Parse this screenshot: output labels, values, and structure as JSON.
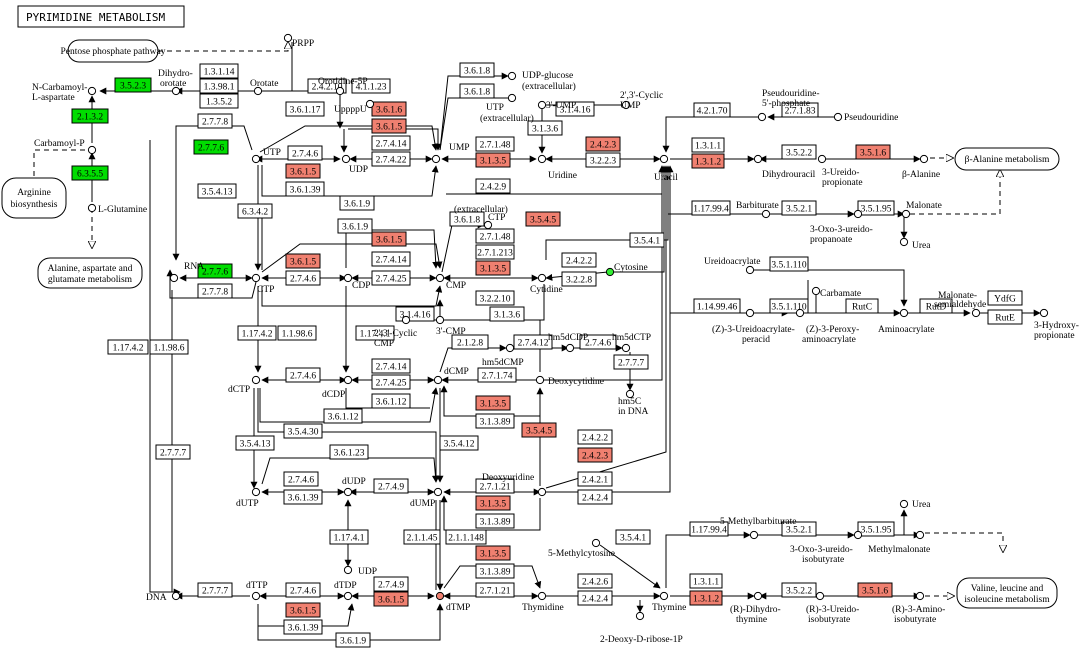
{
  "title": "PYRIMIDINE METABOLISM",
  "colors": {
    "up": "#f08070",
    "down": "#00dd00",
    "plain": "#ffffff",
    "line": "#000000"
  },
  "pathways": {
    "pentose": "Pentose phosphate pathway",
    "arginine_1": "Arginine",
    "arginine_2": "biosynthesis",
    "alanine_1": "Alanine, aspartate and",
    "alanine_2": "glutamate metabolism",
    "beta_alanine": "β-Alanine metabolism",
    "valine_1": "Valine, leucine and",
    "valine_2": "isoleucine metabolism"
  },
  "compounds": {
    "prpp": "PRPP",
    "n_carb_1": "N-Carbamoyl-",
    "n_carb_2": "L-aspartate",
    "dihydroorotate_1": "Dihydro-",
    "dihydroorotate_2": "orotate",
    "orotate": "Orotate",
    "orotidine": "Orotidine-5P",
    "carbamoyl_p": "Carbamoyl-P",
    "l_glutamine": "L-Glutamine",
    "utp": "UTP",
    "udp": "UDP",
    "ump": "UMP",
    "upppu": "UppppU",
    "udp_glucose_1": "UDP-glucose",
    "udp_glucose_2": "(extracellular)",
    "utp_ext_1": "UTP",
    "utp_ext_2": "(extracellular)",
    "ump3": "3'-UMP",
    "cyclic_ump_1": "2',3'-Cyclic",
    "cyclic_ump_2": "UMP",
    "uridine": "Uridine",
    "uracil": "Uracil",
    "pseudouridine_5p_1": "Pseudouridine-",
    "pseudouridine_5p_2": "5'-phosphate",
    "pseudouridine": "Pseudouridine",
    "dihydrouracil": "Dihydrouracil",
    "ureidopropionate_1": "3-Ureido-",
    "ureidopropionate_2": "propionate",
    "beta_alanine_c": "β-Alanine",
    "barbiturate": "Barbiturate",
    "malonate": "Malonate",
    "oxo_ureido_1": "3-Oxo-3-ureido-",
    "oxo_ureido_2": "propanoate",
    "urea": "Urea",
    "ureidoacrylate": "Ureidoacrylate",
    "carbamate": "Carbamate",
    "malonate_semi_1": "Malonate-",
    "malonate_semi_2": "semialdehyde",
    "hydroxy_prop_1": "3-Hydroxy-",
    "hydroxy_prop_2": "propionate",
    "z_ureido_1": "(Z)-3-Ureidoacrylate-",
    "z_ureido_2": "peracid",
    "z_peroxy_1": "(Z)-3-Peroxy-",
    "z_peroxy_2": "aminoacrylate",
    "aminoacrylate": "Aminoacrylate",
    "rna": "RNA",
    "ctp": "CTP",
    "cdp": "CDP",
    "cmp": "CMP",
    "ctp_ext_1": "(extracellular)",
    "ctp_ext_2": "CTP",
    "cytidine": "Cytidine",
    "cytosine": "Cytosine",
    "cyclic_cmp_1": "2',3'-Cyclic",
    "cyclic_cmp_2": "CMP",
    "cmp3": "3'-CMP",
    "dctp": "dCTP",
    "dcdp": "dCDP",
    "dcmp": "dCMP",
    "hm5dcdp": "hm5dCDP",
    "hm5dctp": "hm5dCTP",
    "hm5dcmp": "hm5dCMP",
    "deoxycytidine": "Deoxycytidine",
    "hm5c_1": "hm5C",
    "hm5c_2": "in DNA",
    "dutp": "dUTP",
    "dudp": "dUDP",
    "dump": "dUMP",
    "deoxyuridine": "Deoxyuridine",
    "udp2": "UDP",
    "dna": "DNA",
    "dttp": "dTTP",
    "dtdp": "dTDP",
    "dtmp": "dTMP",
    "thymidine": "Thymidine",
    "methylcytosine": "5-Methylcytosine",
    "deoxyribose": "2-Deoxy-D-ribose-1P",
    "thymine": "Thymine",
    "methylbarbiturate": "5-Methylbarbiturate",
    "oxo_ureido_iso_1": "3-Oxo-3-ureido-",
    "oxo_ureido_iso_2": "isobutyrate",
    "methylmalonate": "Methylmalonate",
    "urea2": "Urea",
    "dihydrothymine_1": "(R)-Dihydro-",
    "dihydrothymine_2": "thymine",
    "ureidoiso_1": "(R)-3-Ureido-",
    "ureidoiso_2": "isobutyrate",
    "aminoiso_1": "(R)-3-Amino-",
    "aminoiso_2": "isobutyrate"
  },
  "enzymes": [
    {
      "id": "e_3523",
      "label": "3.5.2.3",
      "state": "down"
    },
    {
      "id": "e_2132",
      "label": "2.1.3.2",
      "state": "down"
    },
    {
      "id": "e_6355",
      "label": "6.3.5.5",
      "state": "down"
    },
    {
      "id": "e_13114",
      "label": "1.3.1.14",
      "state": "plain"
    },
    {
      "id": "e_139811",
      "label": "1.3.98.1",
      "state": "plain"
    },
    {
      "id": "e_1352",
      "label": "1.3.5.2",
      "state": "plain"
    },
    {
      "id": "e_24210",
      "label": "2.4.2.10",
      "state": "plain"
    },
    {
      "id": "e_41123",
      "label": "4.1.1.23",
      "state": "plain"
    },
    {
      "id": "e_2778",
      "label": "2.7.7.8",
      "state": "plain"
    },
    {
      "id": "e_36117",
      "label": "3.6.1.17",
      "state": "plain"
    },
    {
      "id": "e_3616",
      "label": "3.6.1.6",
      "state": "up"
    },
    {
      "id": "e_3615a",
      "label": "3.6.1.5",
      "state": "up"
    },
    {
      "id": "e_3618a",
      "label": "3.6.1.8",
      "state": "plain"
    },
    {
      "id": "e_3618b",
      "label": "3.6.1.8",
      "state": "plain"
    },
    {
      "id": "e_31416a",
      "label": "3.1.4.16",
      "state": "plain"
    },
    {
      "id": "e_2776a",
      "label": "2.7.7.6",
      "state": "down"
    },
    {
      "id": "e_2746a",
      "label": "2.7.4.6",
      "state": "plain"
    },
    {
      "id": "e_27414a",
      "label": "2.7.4.14",
      "state": "plain"
    },
    {
      "id": "e_27422",
      "label": "2.7.4.22",
      "state": "plain"
    },
    {
      "id": "e_3615b",
      "label": "3.6.1.5",
      "state": "up"
    },
    {
      "id": "e_36139a",
      "label": "3.6.1.39",
      "state": "plain"
    },
    {
      "id": "e_3136a",
      "label": "3.1.3.6",
      "state": "plain"
    },
    {
      "id": "e_27148a",
      "label": "2.7.1.48",
      "state": "plain"
    },
    {
      "id": "e_3135a",
      "label": "3.1.3.5",
      "state": "up"
    },
    {
      "id": "e_2423a",
      "label": "2.4.2.3",
      "state": "up"
    },
    {
      "id": "e_3223",
      "label": "3.2.2.3",
      "state": "plain"
    },
    {
      "id": "e_2429",
      "label": "2.4.2.9",
      "state": "plain"
    },
    {
      "id": "e_3619a",
      "label": "3.6.1.9",
      "state": "plain"
    },
    {
      "id": "e_35413a",
      "label": "3.5.4.13",
      "state": "plain"
    },
    {
      "id": "e_6342",
      "label": "6.3.4.2",
      "state": "plain"
    },
    {
      "id": "e_3619b",
      "label": "3.6.1.9",
      "state": "plain"
    },
    {
      "id": "e_3615c",
      "label": "3.6.1.5",
      "state": "up"
    },
    {
      "id": "e_3618c",
      "label": "3.6.1.8",
      "state": "plain"
    },
    {
      "id": "e_3545a",
      "label": "3.5.4.5",
      "state": "up"
    },
    {
      "id": "e_3541a",
      "label": "3.5.4.1",
      "state": "plain"
    },
    {
      "id": "e_4211",
      "label": "4.2.1.70",
      "state": "plain"
    },
    {
      "id": "e_27183",
      "label": "2.7.1.83",
      "state": "plain"
    },
    {
      "id": "e_1311a",
      "label": "1.3.1.1",
      "state": "plain"
    },
    {
      "id": "e_1312a",
      "label": "1.3.1.2",
      "state": "up"
    },
    {
      "id": "e_3522a",
      "label": "3.5.2.2",
      "state": "plain"
    },
    {
      "id": "e_3516a",
      "label": "3.5.1.6",
      "state": "up"
    },
    {
      "id": "e_117994a",
      "label": "1.17.99.4",
      "state": "plain"
    },
    {
      "id": "e_3521a",
      "label": "3.5.2.1",
      "state": "plain"
    },
    {
      "id": "e_35195a",
      "label": "3.5.1.95",
      "state": "plain"
    },
    {
      "id": "e_2776b",
      "label": "2.7.7.6",
      "state": "down"
    },
    {
      "id": "e_2778b",
      "label": "2.7.7.8",
      "state": "plain"
    },
    {
      "id": "e_3615d",
      "label": "3.6.1.5",
      "state": "up"
    },
    {
      "id": "e_2746b",
      "label": "2.7.4.6",
      "state": "plain"
    },
    {
      "id": "e_27414b",
      "label": "2.7.4.14",
      "state": "plain"
    },
    {
      "id": "e_27425a",
      "label": "2.7.4.25",
      "state": "plain"
    },
    {
      "id": "e_27148b",
      "label": "2.7.1.48",
      "state": "plain"
    },
    {
      "id": "e_27213",
      "label": "2.7.1.213",
      "state": "plain"
    },
    {
      "id": "e_3135b",
      "label": "3.1.3.5",
      "state": "up"
    },
    {
      "id": "e_32210",
      "label": "3.2.2.10",
      "state": "plain"
    },
    {
      "id": "e_2422",
      "label": "2.4.2.2",
      "state": "plain"
    },
    {
      "id": "e_3228",
      "label": "3.2.2.8",
      "state": "plain"
    },
    {
      "id": "e_3541b",
      "label": "3.5.4.1",
      "state": "plain"
    },
    {
      "id": "e_31416b",
      "label": "3.1.4.16",
      "state": "plain"
    },
    {
      "id": "e_3136b",
      "label": "3.1.3.6",
      "state": "plain"
    },
    {
      "id": "e_35110a",
      "label": "3.5.1.110",
      "state": "plain"
    },
    {
      "id": "e_35110b",
      "label": "3.5.1.110",
      "state": "plain"
    },
    {
      "id": "e_114994",
      "label": "1.14.99.46",
      "state": "plain"
    },
    {
      "id": "e_rutc",
      "label": "RutC",
      "state": "plain"
    },
    {
      "id": "e_rutd",
      "label": "RutD",
      "state": "plain"
    },
    {
      "id": "e_ydfg",
      "label": "YdfG",
      "state": "plain"
    },
    {
      "id": "e_rute",
      "label": "RutE",
      "state": "plain"
    },
    {
      "id": "e_11742a",
      "label": "1.17.4.2",
      "state": "plain"
    },
    {
      "id": "e_11986a",
      "label": "1.1.98.6",
      "state": "plain"
    },
    {
      "id": "e_11742b",
      "label": "1.17.4.2",
      "state": "plain"
    },
    {
      "id": "e_11986b",
      "label": "1.1.98.6",
      "state": "plain"
    },
    {
      "id": "e_11741a",
      "label": "1.17.4.1",
      "state": "plain"
    },
    {
      "id": "e_2128",
      "label": "2.1.2.8",
      "state": "plain"
    },
    {
      "id": "e_27412",
      "label": "2.7.4.12",
      "state": "plain"
    },
    {
      "id": "e_2746c",
      "label": "2.7.4.6",
      "state": "plain"
    },
    {
      "id": "e_2777a",
      "label": "2.7.7.7",
      "state": "plain"
    },
    {
      "id": "e_2746d",
      "label": "2.7.4.6",
      "state": "plain"
    },
    {
      "id": "e_27414c",
      "label": "2.7.4.14",
      "state": "plain"
    },
    {
      "id": "e_27425b",
      "label": "2.7.4.25",
      "state": "plain"
    },
    {
      "id": "e_36112a",
      "label": "3.6.1.12",
      "state": "plain"
    },
    {
      "id": "e_36112b",
      "label": "3.6.1.12",
      "state": "plain"
    },
    {
      "id": "e_27174",
      "label": "2.7.1.74",
      "state": "plain"
    },
    {
      "id": "e_3135c",
      "label": "3.1.3.5",
      "state": "up"
    },
    {
      "id": "e_31389a",
      "label": "3.1.3.89",
      "state": "plain"
    },
    {
      "id": "e_2777b",
      "label": "2.7.7.7",
      "state": "plain"
    },
    {
      "id": "e_35413b",
      "label": "3.5.4.13",
      "state": "plain"
    },
    {
      "id": "e_35430",
      "label": "3.5.4.30",
      "state": "plain"
    },
    {
      "id": "e_36123",
      "label": "3.6.1.23",
      "state": "plain"
    },
    {
      "id": "e_35412",
      "label": "3.5.4.12",
      "state": "plain"
    },
    {
      "id": "e_3545b",
      "label": "3.5.4.5",
      "state": "up"
    },
    {
      "id": "e_2746e",
      "label": "2.7.4.6",
      "state": "plain"
    },
    {
      "id": "e_36139b",
      "label": "3.6.1.39",
      "state": "plain"
    },
    {
      "id": "e_2749a",
      "label": "2.7.4.9",
      "state": "plain"
    },
    {
      "id": "e_27121a",
      "label": "2.7.1.21",
      "state": "plain"
    },
    {
      "id": "e_3135d",
      "label": "3.1.3.5",
      "state": "up"
    },
    {
      "id": "e_31389b",
      "label": "3.1.3.89",
      "state": "plain"
    },
    {
      "id": "e_2422b",
      "label": "2.4.2.2",
      "state": "plain"
    },
    {
      "id": "e_2423b",
      "label": "2.4.2.3",
      "state": "up"
    },
    {
      "id": "e_2421a",
      "label": "2.4.2.1",
      "state": "plain"
    },
    {
      "id": "e_2424a",
      "label": "2.4.2.4",
      "state": "plain"
    },
    {
      "id": "e_11741b",
      "label": "1.17.4.1",
      "state": "plain"
    },
    {
      "id": "e_21145",
      "label": "2.1.1.45",
      "state": "plain"
    },
    {
      "id": "e_211148",
      "label": "2.1.1.148",
      "state": "plain"
    },
    {
      "id": "e_3135e",
      "label": "3.1.3.5",
      "state": "up"
    },
    {
      "id": "e_31389c",
      "label": "3.1.3.89",
      "state": "plain"
    },
    {
      "id": "e_3541c",
      "label": "3.5.4.1",
      "state": "plain"
    },
    {
      "id": "e_2777c",
      "label": "2.7.7.7",
      "state": "plain"
    },
    {
      "id": "e_2746f",
      "label": "2.7.4.6",
      "state": "plain"
    },
    {
      "id": "e_3615e",
      "label": "3.6.1.5",
      "state": "up"
    },
    {
      "id": "e_36139c",
      "label": "3.6.1.39",
      "state": "plain"
    },
    {
      "id": "e_3619c",
      "label": "3.6.1.9",
      "state": "plain"
    },
    {
      "id": "e_2749b",
      "label": "2.7.4.9",
      "state": "plain"
    },
    {
      "id": "e_3615f",
      "label": "3.6.1.5",
      "state": "up"
    },
    {
      "id": "e_27121b",
      "label": "2.7.1.21",
      "state": "plain"
    },
    {
      "id": "e_2426",
      "label": "2.4.2.6",
      "state": "plain"
    },
    {
      "id": "e_2424b",
      "label": "2.4.2.4",
      "state": "plain"
    },
    {
      "id": "e_117994b",
      "label": "1.17.99.4",
      "state": "plain"
    },
    {
      "id": "e_3521b",
      "label": "3.5.2.1",
      "state": "plain"
    },
    {
      "id": "e_35195b",
      "label": "3.5.1.95",
      "state": "plain"
    },
    {
      "id": "e_1311b",
      "label": "1.3.1.1",
      "state": "plain"
    },
    {
      "id": "e_1312b",
      "label": "1.3.1.2",
      "state": "up"
    },
    {
      "id": "e_3522b",
      "label": "3.5.2.2",
      "state": "plain"
    },
    {
      "id": "e_3516b",
      "label": "3.5.1.6",
      "state": "up"
    }
  ]
}
